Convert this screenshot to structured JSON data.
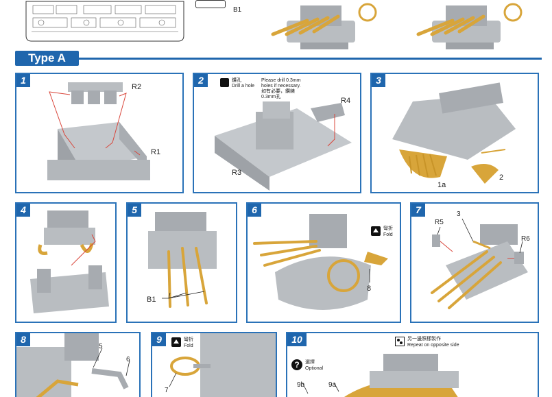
{
  "top": {
    "sprue_label": "B1"
  },
  "type_title": "Type A",
  "colors": {
    "accent": "#1f66ad",
    "part_grey": "#b9bdc1",
    "brass": "#d8a53a",
    "guide_red": "#d9453a"
  },
  "steps": [
    {
      "number": "1",
      "labels": [
        "R2",
        "R1"
      ]
    },
    {
      "number": "2",
      "labels": [
        "R4",
        "R3"
      ],
      "note_en": "Drill a hole",
      "note_cn": "鑽孔",
      "note_detail": [
        "Please drill 0.3mm",
        "holes if necessary.",
        "如有必要，鑽錶",
        "0.3mm孔"
      ]
    },
    {
      "number": "3",
      "labels": [
        "1a",
        "2"
      ]
    },
    {
      "number": "4",
      "labels": []
    },
    {
      "number": "5",
      "labels": [
        "B1"
      ]
    },
    {
      "number": "6",
      "labels": [
        "8"
      ],
      "fold_cn": "彎折",
      "fold_en": "Fold"
    },
    {
      "number": "7",
      "labels": [
        "R5",
        "3",
        "R6"
      ]
    },
    {
      "number": "8",
      "labels": [
        "5",
        "6"
      ]
    },
    {
      "number": "9",
      "labels": [
        "7"
      ],
      "fold_cn": "彎折",
      "fold_en": "Fold"
    },
    {
      "number": "10",
      "labels": [
        "9b",
        "9a"
      ],
      "option_cn": "選擇",
      "option_en": "Optional",
      "repeat_cn": "另一邊照樣製作",
      "repeat_en": "Repeat on opposite side"
    }
  ]
}
